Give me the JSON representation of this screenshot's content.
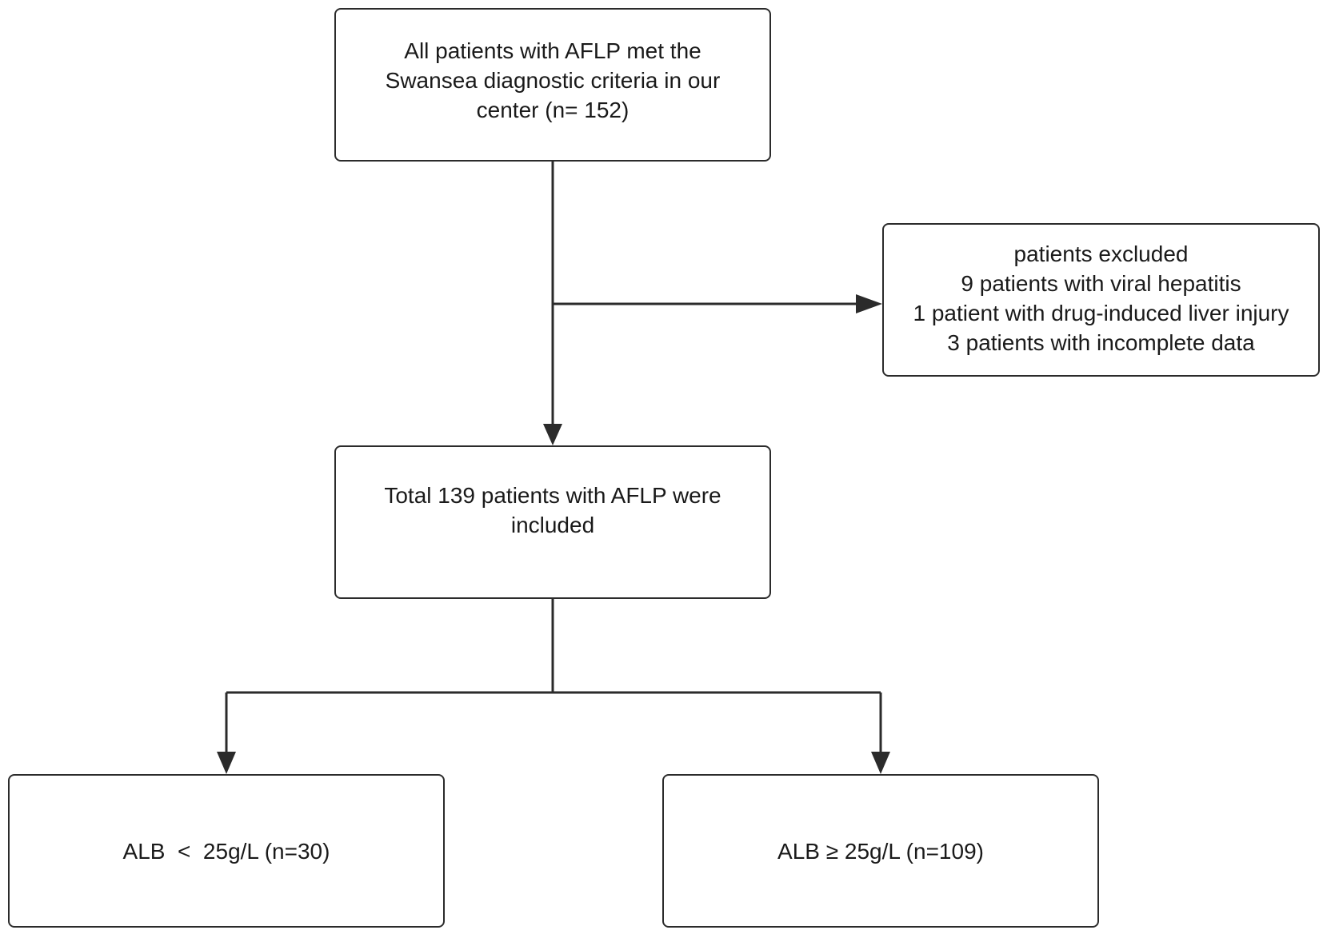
{
  "flowchart": {
    "start": {
      "text": "All patients with AFLP met the Swansea diagnostic criteria in our center (n= 152)"
    },
    "excluded": {
      "lines": [
        "patients excluded",
        "9 patients with viral hepatitis",
        "1 patient with drug-induced liver injury",
        "3 patients with incomplete data"
      ]
    },
    "included": {
      "text": "Total 139 patients with AFLP were included"
    },
    "group_low": {
      "text": "ALB  <  25g/L (n=30)"
    },
    "group_high": {
      "text": "ALB ≥ 25g/L (n=109)"
    }
  },
  "colors": {
    "stroke": "#2b2b2b",
    "text": "#1a1a1a",
    "background": "#ffffff"
  }
}
